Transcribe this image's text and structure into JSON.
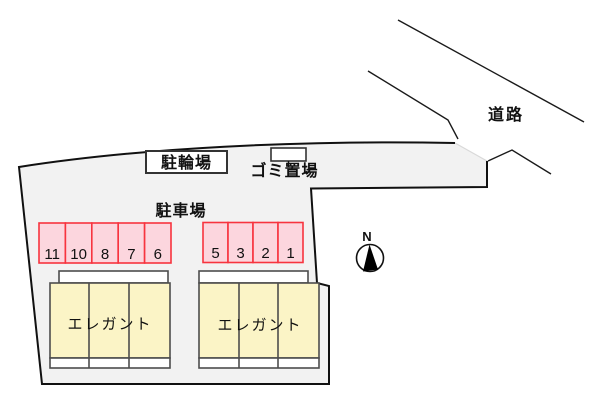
{
  "labels": {
    "road": "道路",
    "bicycle_parking": "駐輪場",
    "garbage_area": "ゴミ置場",
    "car_parking": "駐車場",
    "building_left": "エレガント",
    "building_right": "エレガント",
    "compass_north": "N"
  },
  "parking": {
    "left_group": [
      "11",
      "10",
      "8",
      "7",
      "6"
    ],
    "right_group": [
      "5",
      "3",
      "2",
      "1"
    ]
  },
  "colors": {
    "site_fill": "#f2f2f2",
    "boundary": "#111111",
    "stall_fill": "#fcd6de",
    "stall_border": "#f7343f",
    "building_fill": "#fbf4c6",
    "building_border": "#4d4d4d",
    "label_box_fill": "#ffffff",
    "needle_fill": "#000000"
  }
}
